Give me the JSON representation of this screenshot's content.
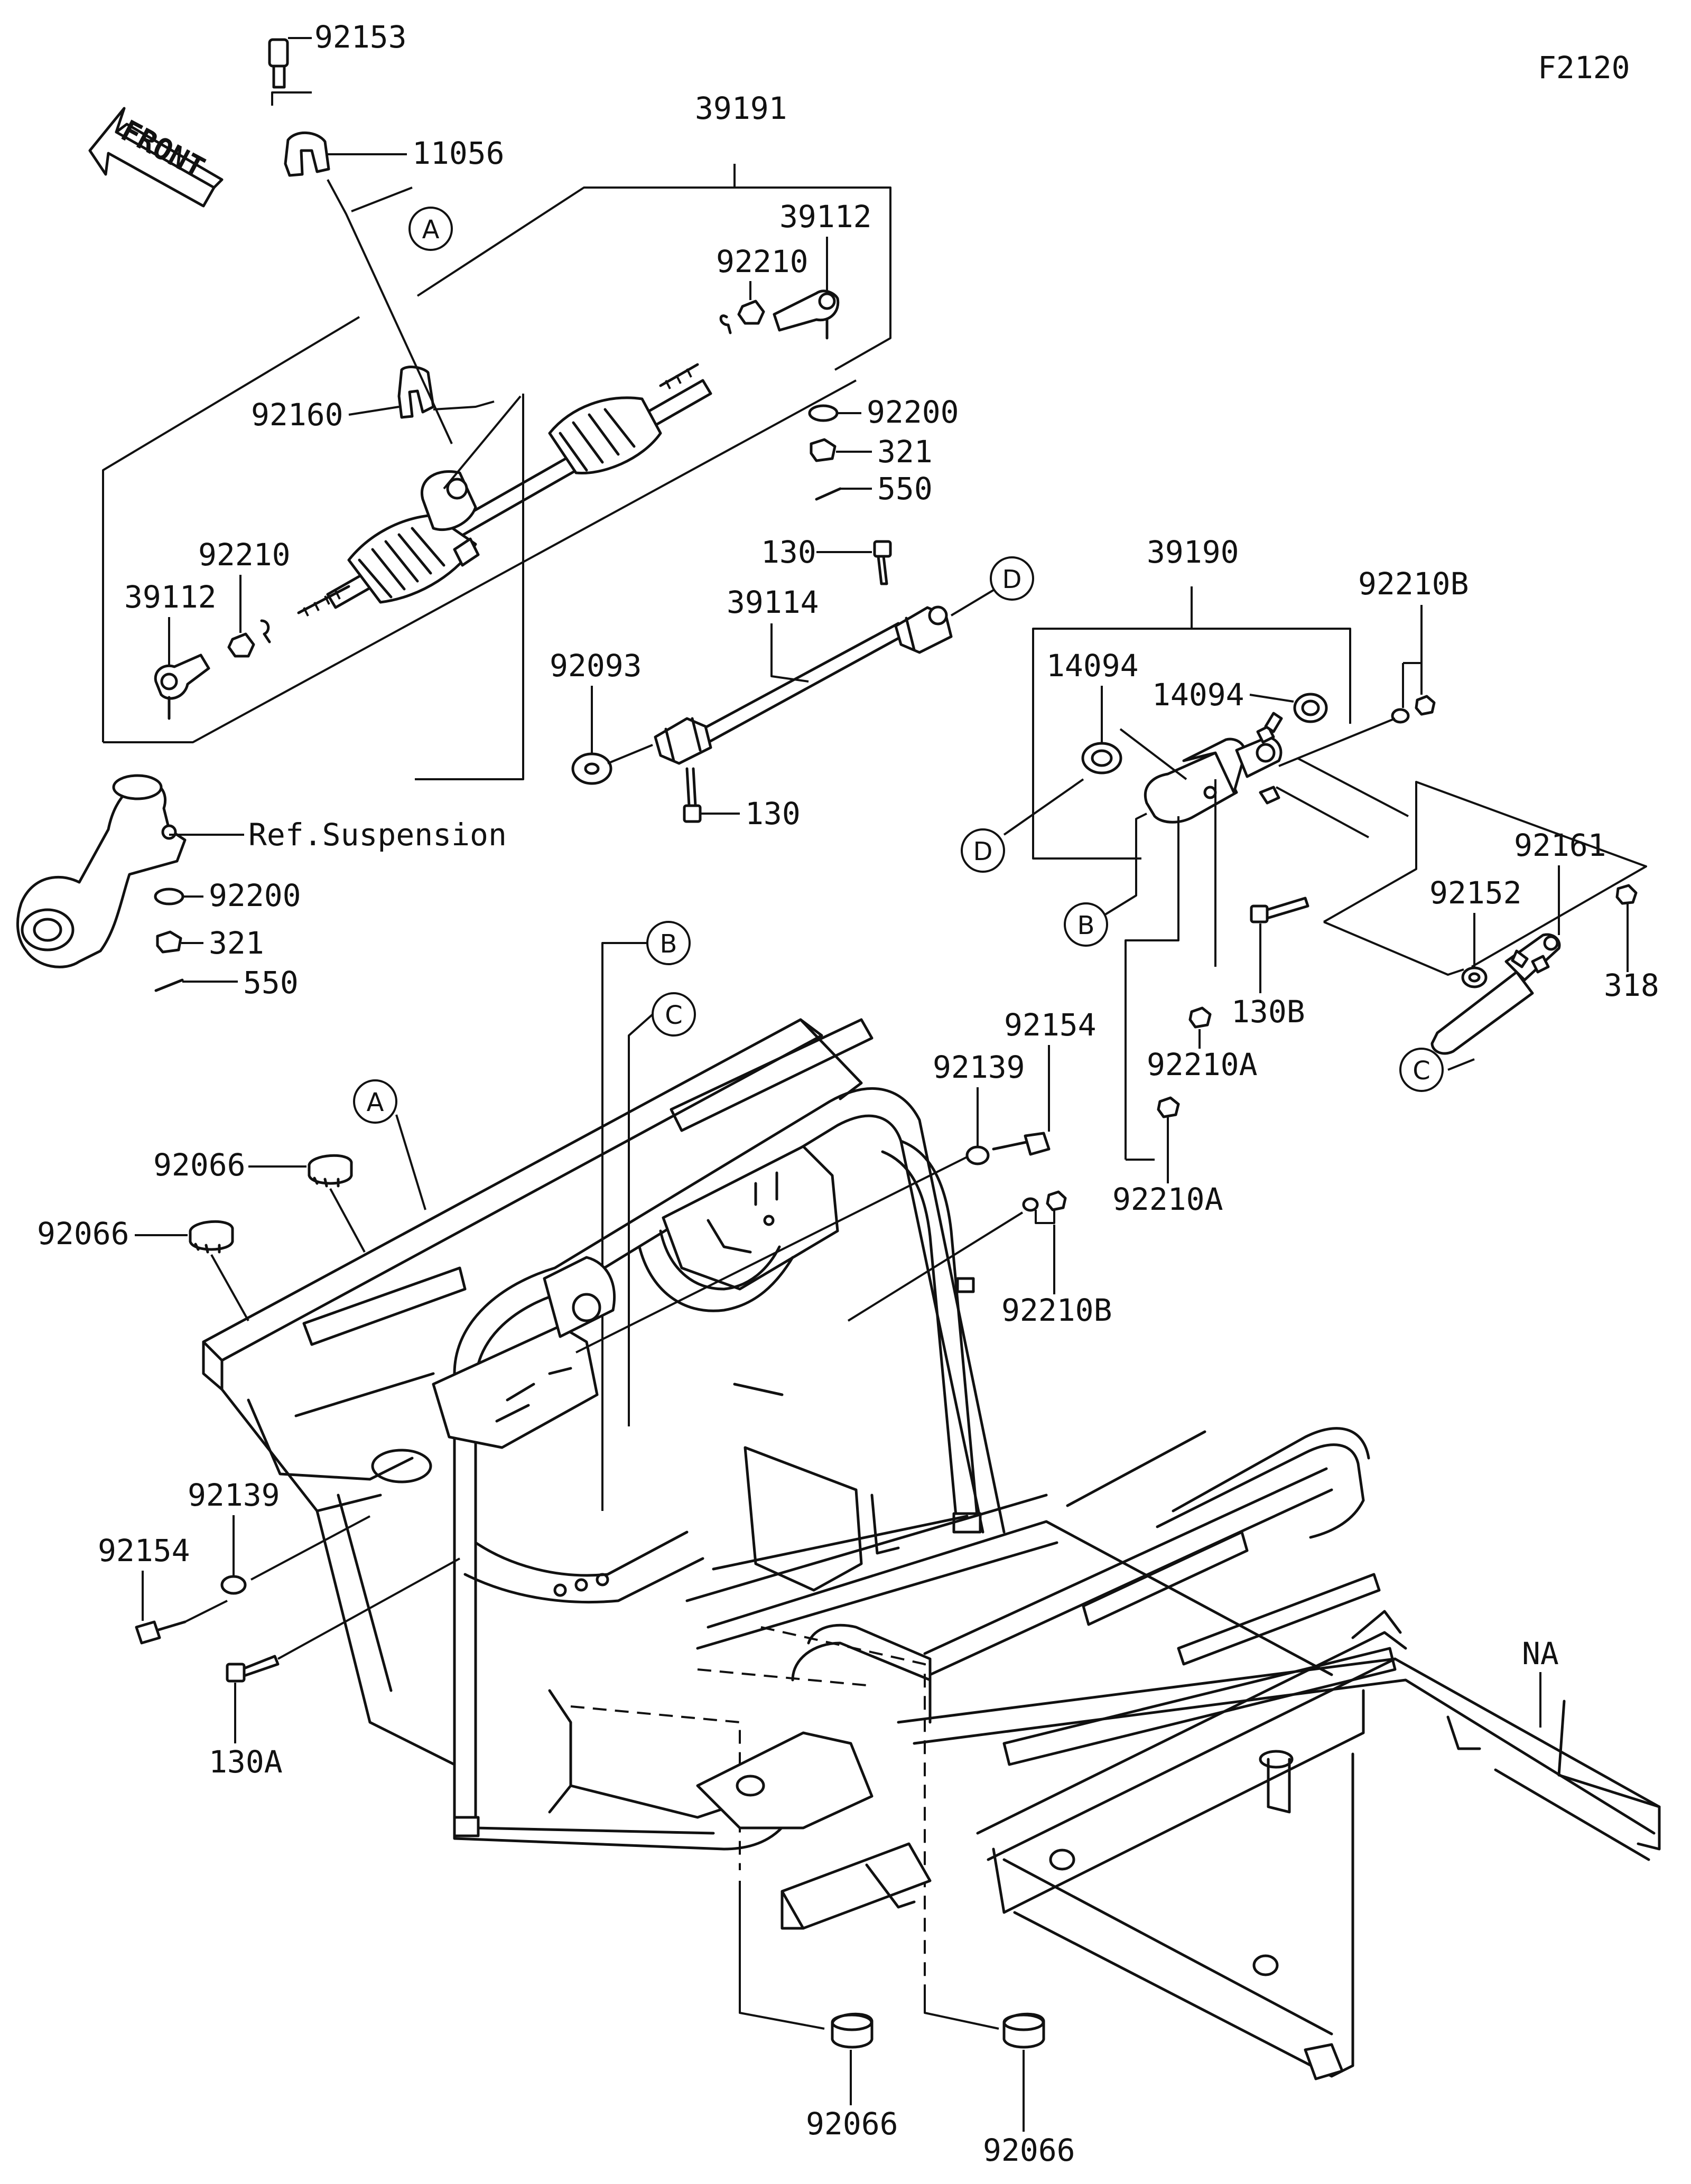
{
  "figure_code": "F2120",
  "front_indicator": "FRONT",
  "part_labels": {
    "p92153": "92153",
    "p11056": "11056",
    "p39191": "39191",
    "p39112_right": "39112",
    "p92210_right": "92210",
    "p92200_right": "92200",
    "p321_right": "321",
    "p550_right": "550",
    "p92160": "92160",
    "p92210_left": "92210",
    "p39112_left": "39112",
    "p130_top": "130",
    "p39114": "39114",
    "p92093": "92093",
    "p130_mid": "130",
    "ref_suspension": "Ref.Suspension",
    "p92200_left": "92200",
    "p321_left": "321",
    "p550_left": "550",
    "p39190": "39190",
    "p92210B_top": "92210B",
    "p14094_left": "14094",
    "p14094_right": "14094",
    "p92161": "92161",
    "p92152": "92152",
    "p318": "318",
    "p130B": "130B",
    "p92210A_upper": "92210A",
    "p92210A_lower": "92210A",
    "p92139_right": "92139",
    "p92154_right": "92154",
    "p92210B_bottom": "92210B",
    "p92066_a": "92066",
    "p92066_b": "92066",
    "p92139_left": "92139",
    "p92154_left": "92154",
    "p130A": "130A",
    "pNA": "NA",
    "p92066_c": "92066",
    "p92066_d": "92066"
  },
  "callouts": {
    "A": "A",
    "B": "B",
    "C": "C",
    "D": "D"
  }
}
